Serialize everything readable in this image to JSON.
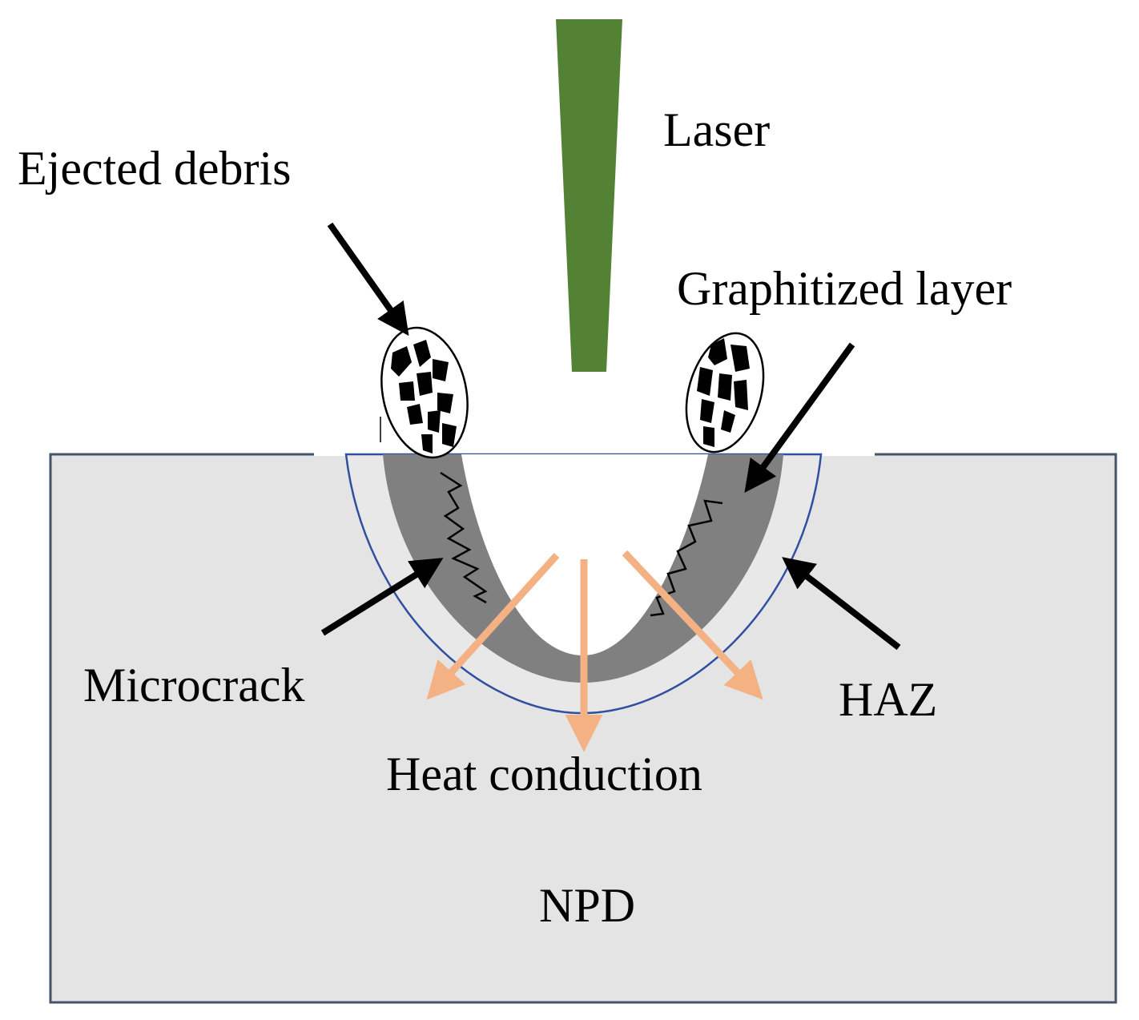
{
  "labels": {
    "laser": "Laser",
    "ejected_debris": "Ejected debris",
    "graphitized_layer": "Graphitized layer",
    "microcrack": "Microcrack",
    "haz": "HAZ",
    "heat_conduction": "Heat conduction",
    "npd": "NPD"
  },
  "colors": {
    "laser_beam": "#548235",
    "substrate_fill": "#e4e4e4",
    "substrate_border": "#44546a",
    "graphitized_layer": "#808080",
    "haz_boundary": "#2f4f9f",
    "heat_arrows": "#f4b183",
    "debris": "#000000",
    "pointer_arrows": "#000000"
  }
}
